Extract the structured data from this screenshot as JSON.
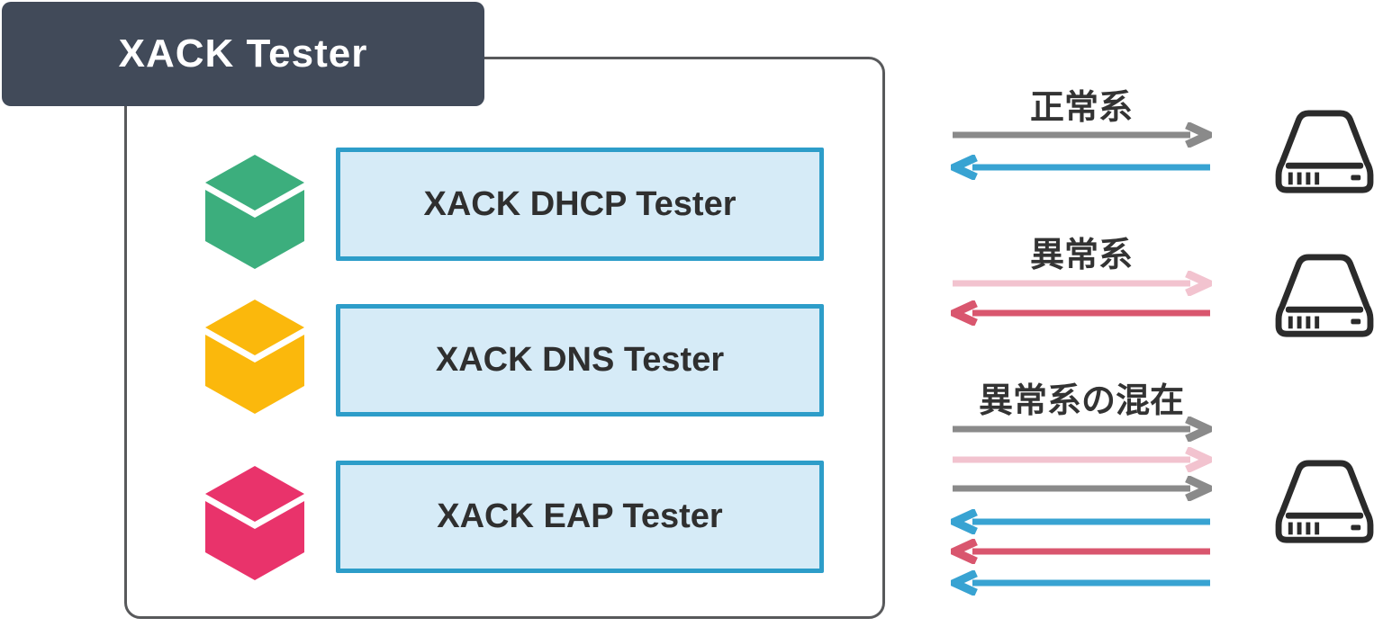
{
  "title": "XACK Tester",
  "colors": {
    "title_bg": "#414a59",
    "container_border": "#58595b",
    "box_fill": "#d6ebf7",
    "box_border": "#2d9dc9",
    "arrow_gray": "#8a8a8a",
    "arrow_blue": "#38a3d2",
    "arrow_pink": "#f2c3cf",
    "arrow_red": "#d9566e",
    "server_outline": "#2b2b2b"
  },
  "testers": [
    {
      "name": "XACK DHCP Tester",
      "cube": "green",
      "cube_color": "#3cae7d"
    },
    {
      "name": "XACK DNS Tester",
      "cube": "yellow",
      "cube_color": "#fbb80c"
    },
    {
      "name": "XACK EAP Tester",
      "cube": "pink",
      "cube_color": "#e9336b"
    }
  ],
  "flows": [
    {
      "label": "正常系",
      "arrows": [
        {
          "direction": "right",
          "color": "#8a8a8a"
        },
        {
          "direction": "left",
          "color": "#38a3d2"
        }
      ]
    },
    {
      "label": "異常系",
      "arrows": [
        {
          "direction": "right",
          "color": "#f2c3cf"
        },
        {
          "direction": "left",
          "color": "#d9566e"
        }
      ]
    },
    {
      "label": "異常系の混在",
      "arrows": [
        {
          "direction": "right",
          "color": "#8a8a8a"
        },
        {
          "direction": "right",
          "color": "#f2c3cf"
        },
        {
          "direction": "right",
          "color": "#8a8a8a"
        },
        {
          "direction": "left",
          "color": "#38a3d2"
        },
        {
          "direction": "left",
          "color": "#d9566e"
        },
        {
          "direction": "left",
          "color": "#38a3d2"
        }
      ]
    }
  ]
}
